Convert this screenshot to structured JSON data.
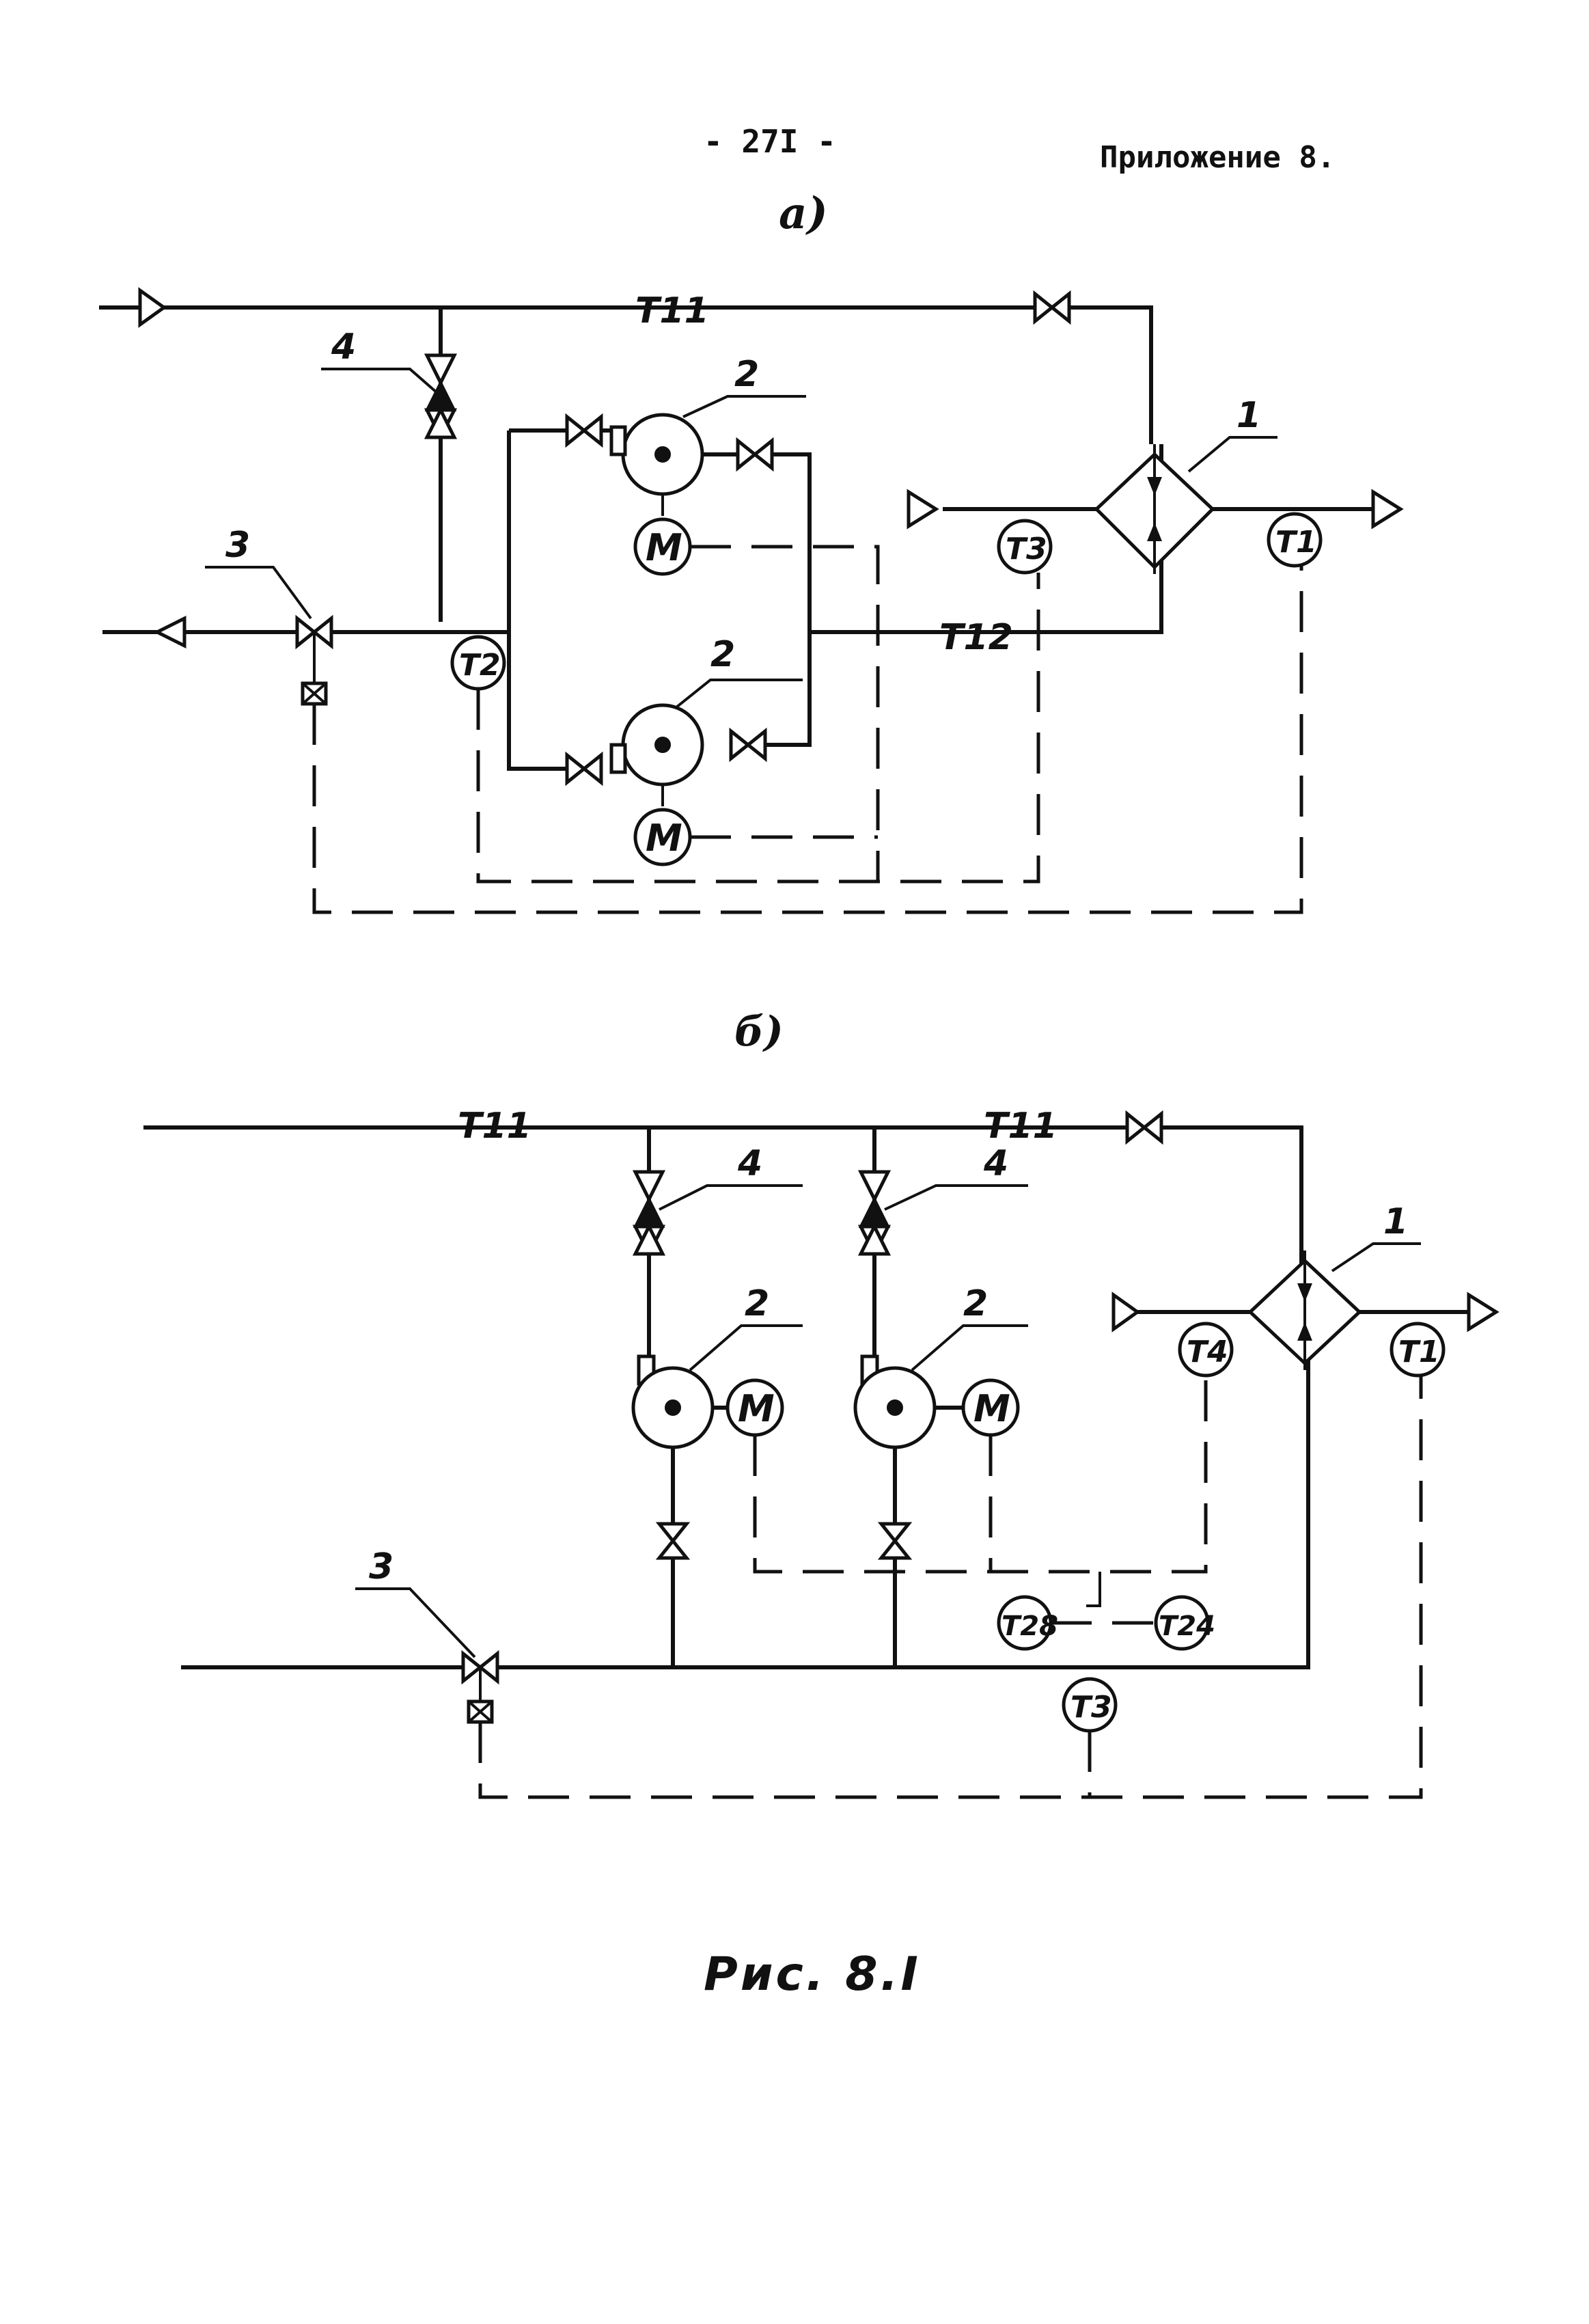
{
  "header": {
    "page_number": "- 27I -",
    "appendix": "Приложение 8."
  },
  "diagram_a": {
    "label": "а)",
    "line_labels": [
      "T11",
      "T12"
    ],
    "callouts": [
      "1",
      "2",
      "2",
      "3",
      "4"
    ],
    "motor": "M",
    "sensors": [
      "T2",
      "T3",
      "T1"
    ]
  },
  "diagram_b": {
    "label": "б)",
    "line_labels": [
      "T11",
      "T11"
    ],
    "callouts": [
      "1",
      "2",
      "2",
      "3",
      "4",
      "4"
    ],
    "motor": "M",
    "sensors": [
      "T4",
      "T1",
      "T28",
      "T24",
      "T3"
    ]
  },
  "caption": "Рис. 8.I"
}
